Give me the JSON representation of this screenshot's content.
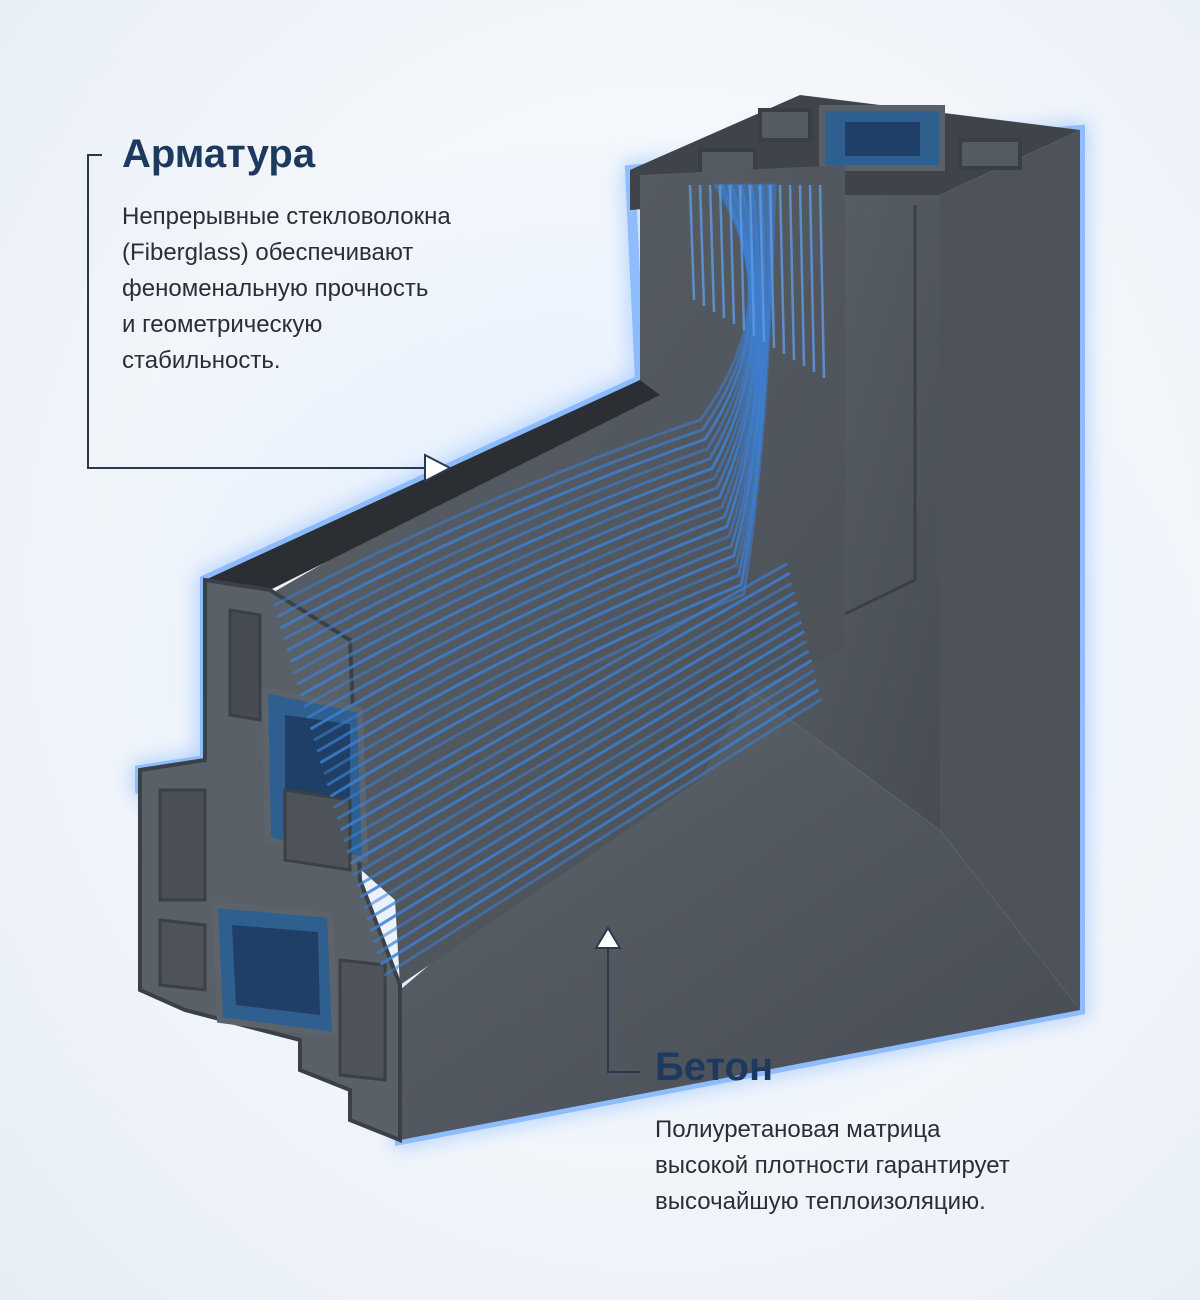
{
  "callouts": {
    "reinforcement": {
      "title": "Арматура",
      "lines": [
        "Непрерывные стекловолокна",
        "(Fiberglass) обеспечивают",
        "феноменальную прочность",
        "и геометрическую",
        "стабильность."
      ]
    },
    "concrete": {
      "title": "Бетон",
      "lines": [
        "Полиуретановая матрица",
        "высокой плотности гарантирует",
        "высочайшую теплоизоляцию."
      ]
    }
  },
  "colors": {
    "profile_dark": "#4a4f56",
    "profile_mid": "#5a6068",
    "profile_light": "#6b7179",
    "fiber": "#3d7fd1",
    "glow": "#3f8fff",
    "steel": "#2f5f8f",
    "leader": "#2a3a4c",
    "title": "#1d3a5e"
  },
  "icons": {
    "leader_arrow_top": "triangle-right-outline",
    "leader_arrow_bottom": "triangle-up-outline"
  }
}
